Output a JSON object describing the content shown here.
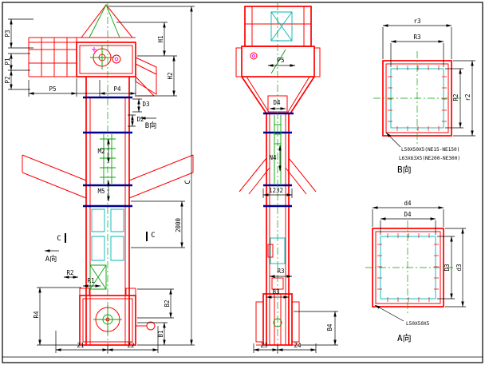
{
  "drawing": {
    "colors": {
      "outline": "#ff0000",
      "centerline": "#00a400",
      "detail": "#00b4b4",
      "flange": "#000090",
      "accent": "#ff00ff",
      "dimension": "#000000",
      "background": "#ffffff"
    },
    "front_view": {
      "labels": {
        "p3": "P3",
        "p1": "P1",
        "p2": "P2",
        "p5": "P5",
        "p4": "P4",
        "h1": "H1",
        "h2": "H2",
        "d3": "D3",
        "d2": "D2",
        "b_view_ref": "B向",
        "m2": "M2",
        "m5": "M5",
        "c_overall": "C",
        "mid_height": "2000",
        "c_section_left": "C",
        "c_section_right": "C",
        "a_view_ref": "A向",
        "r2": "R2",
        "r1": "R1",
        "r4": "R4",
        "b2": "B2",
        "b1": "B1",
        "z1": "Z1",
        "z2": "Z2"
      }
    },
    "side_view": {
      "labels": {
        "p5": "P5",
        "d4": "D4",
        "n4": "N4",
        "mid_width": "1232",
        "r3": "R3",
        "b3": "B3",
        "z3": "Z3",
        "z4": "Z4",
        "b4": "B4"
      }
    },
    "detail_view_b": {
      "title": "B向",
      "labels": {
        "r3_outer": "r3",
        "r3_inner": "R3",
        "r2_outer": "r2",
        "r2_inner": "R2"
      },
      "notes": [
        "L50X50X5(NE15-NE150)",
        "L63X63X5(NE200-NE300)"
      ]
    },
    "detail_view_a": {
      "title": "A向",
      "labels": {
        "d4_outer": "d4",
        "d4_inner": "D4",
        "d3_inner": "D3",
        "d3_outer": "d3"
      },
      "note": "L50X50X5"
    }
  }
}
